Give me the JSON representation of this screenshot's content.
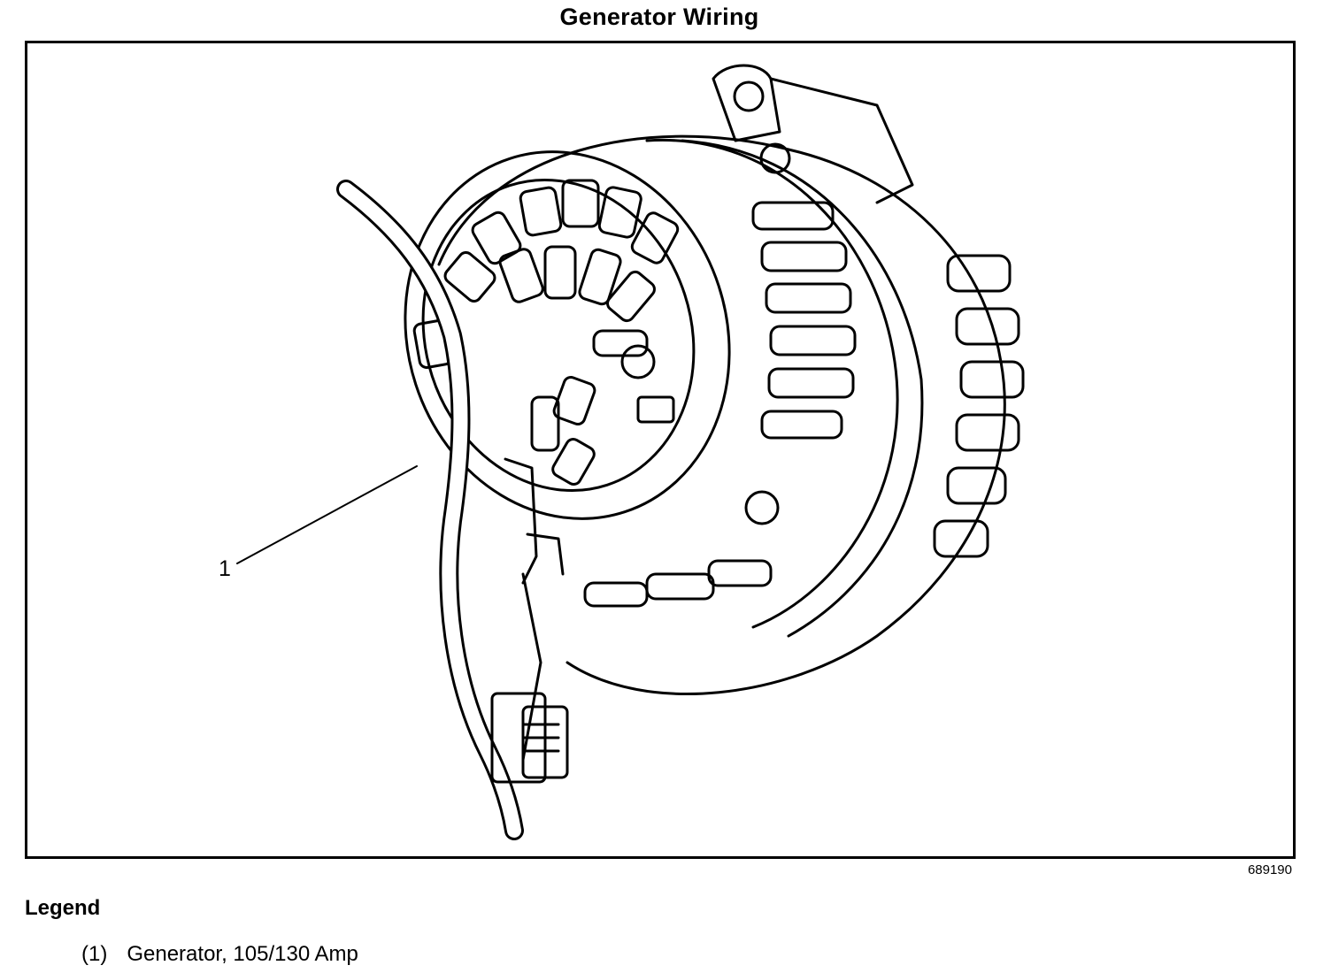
{
  "title": "Generator Wiring",
  "callout_label": "1",
  "figure_id": "689190",
  "legend": {
    "heading": "Legend",
    "items": [
      {
        "number": "(1)",
        "description": "Generator, 105/130 Amp"
      }
    ]
  }
}
